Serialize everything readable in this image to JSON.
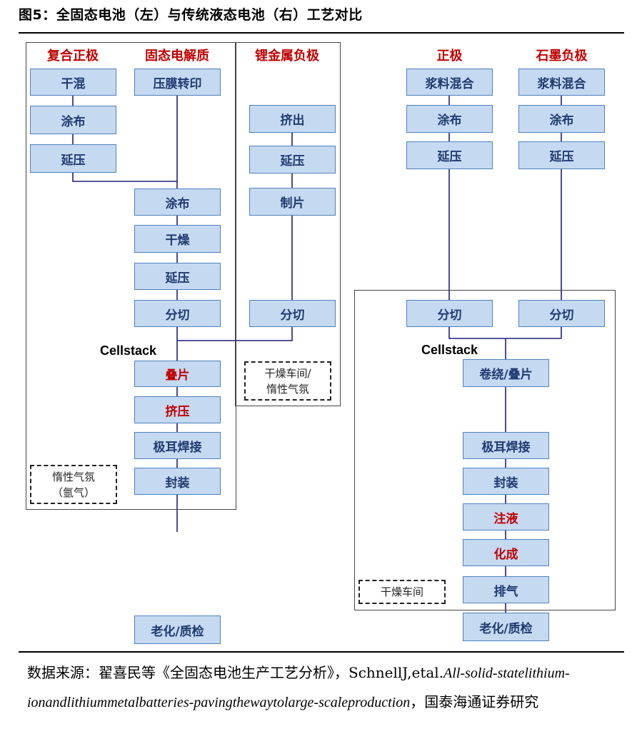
{
  "title": "图5：全固态电池（左）与传统液态电池（右）工艺对比",
  "left": {
    "headers": {
      "cathode": "复合正极",
      "electrolyte": "固态电解质",
      "anode": "锂金属负极"
    },
    "cathode_steps": [
      "干混",
      "涂布",
      "延压"
    ],
    "electrolyte_steps": [
      "压膜转印"
    ],
    "main_steps": [
      "涂布",
      "干燥",
      "延压",
      "分切"
    ],
    "anode_steps": [
      "挤出",
      "延压",
      "制片",
      "分切"
    ],
    "cellstack": "Cellstack",
    "assembly_steps": [
      "叠片",
      "挤压",
      "极耳焊接",
      "封装"
    ],
    "final_step": "老化/质检",
    "note_inert": "惰性气氛\n（氩气）",
    "note_dry": "干燥车间/\n惰性气氛"
  },
  "right": {
    "headers": {
      "cathode": "正极",
      "anode": "石墨负极"
    },
    "cathode_steps": [
      "浆料混合",
      "涂布",
      "延压",
      "分切"
    ],
    "anode_steps": [
      "浆料混合",
      "涂布",
      "延压",
      "分切"
    ],
    "cellstack": "Cellstack",
    "assembly_steps": [
      "卷绕/叠片",
      "极耳焊接",
      "封装",
      "注液",
      "化成",
      "排气"
    ],
    "final_step": "老化/质检",
    "note_dry": "干燥车间"
  },
  "colors": {
    "box_fill": "#c5d9f1",
    "box_border": "#4f81bd",
    "box_text": "#1f3b70",
    "highlight": "#c00000",
    "line": "#1f1f7a"
  },
  "source": {
    "prefix": "数据来源：翟喜民等《全固态电池生产工艺分析》，SchnellJ,etal.",
    "italic": "All-solid-statelithium-ionandlithiummetalbatteries-pavingthewaytolarge-scaleproduction",
    "suffix": "，国泰海通证券研究"
  }
}
